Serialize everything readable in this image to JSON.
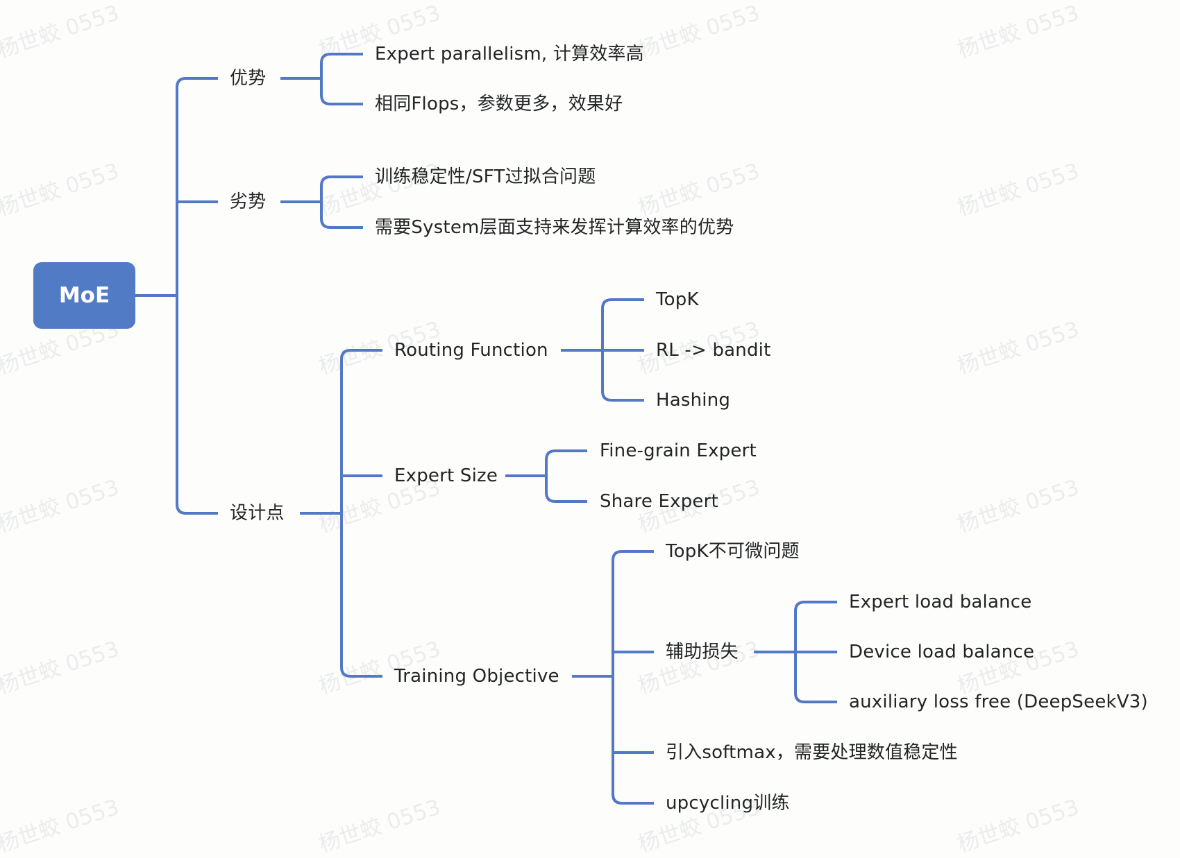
{
  "watermark": "杨世蛟 0553",
  "colors": {
    "line": "#5278c6",
    "root_fill": "#527bc6",
    "text": "#222426"
  },
  "root": {
    "label": "MoE",
    "children": [
      {
        "label": "优势",
        "children": [
          {
            "label": "Expert parallelism, 计算效率高"
          },
          {
            "label": "相同Flops，参数更多，效果好"
          }
        ]
      },
      {
        "label": "劣势",
        "children": [
          {
            "label": "训练稳定性/SFT过拟合问题"
          },
          {
            "label": "需要System层面支持来发挥计算效率的优势"
          }
        ]
      },
      {
        "label": "设计点",
        "children": [
          {
            "label": "Routing Function",
            "children": [
              {
                "label": "TopK"
              },
              {
                "label": "RL -> bandit"
              },
              {
                "label": "Hashing"
              }
            ]
          },
          {
            "label": "Expert Size",
            "children": [
              {
                "label": "Fine-grain Expert"
              },
              {
                "label": "Share Expert"
              }
            ]
          },
          {
            "label": "Training Objective",
            "children": [
              {
                "label": "TopK不可微问题"
              },
              {
                "label": "辅助损失",
                "children": [
                  {
                    "label": "Expert load balance"
                  },
                  {
                    "label": "Device load balance"
                  },
                  {
                    "label": "auxiliary loss free (DeepSeekV3)"
                  }
                ]
              },
              {
                "label": "引入softmax，需要处理数值稳定性"
              },
              {
                "label": "upcycling训练"
              }
            ]
          }
        ]
      }
    ]
  }
}
